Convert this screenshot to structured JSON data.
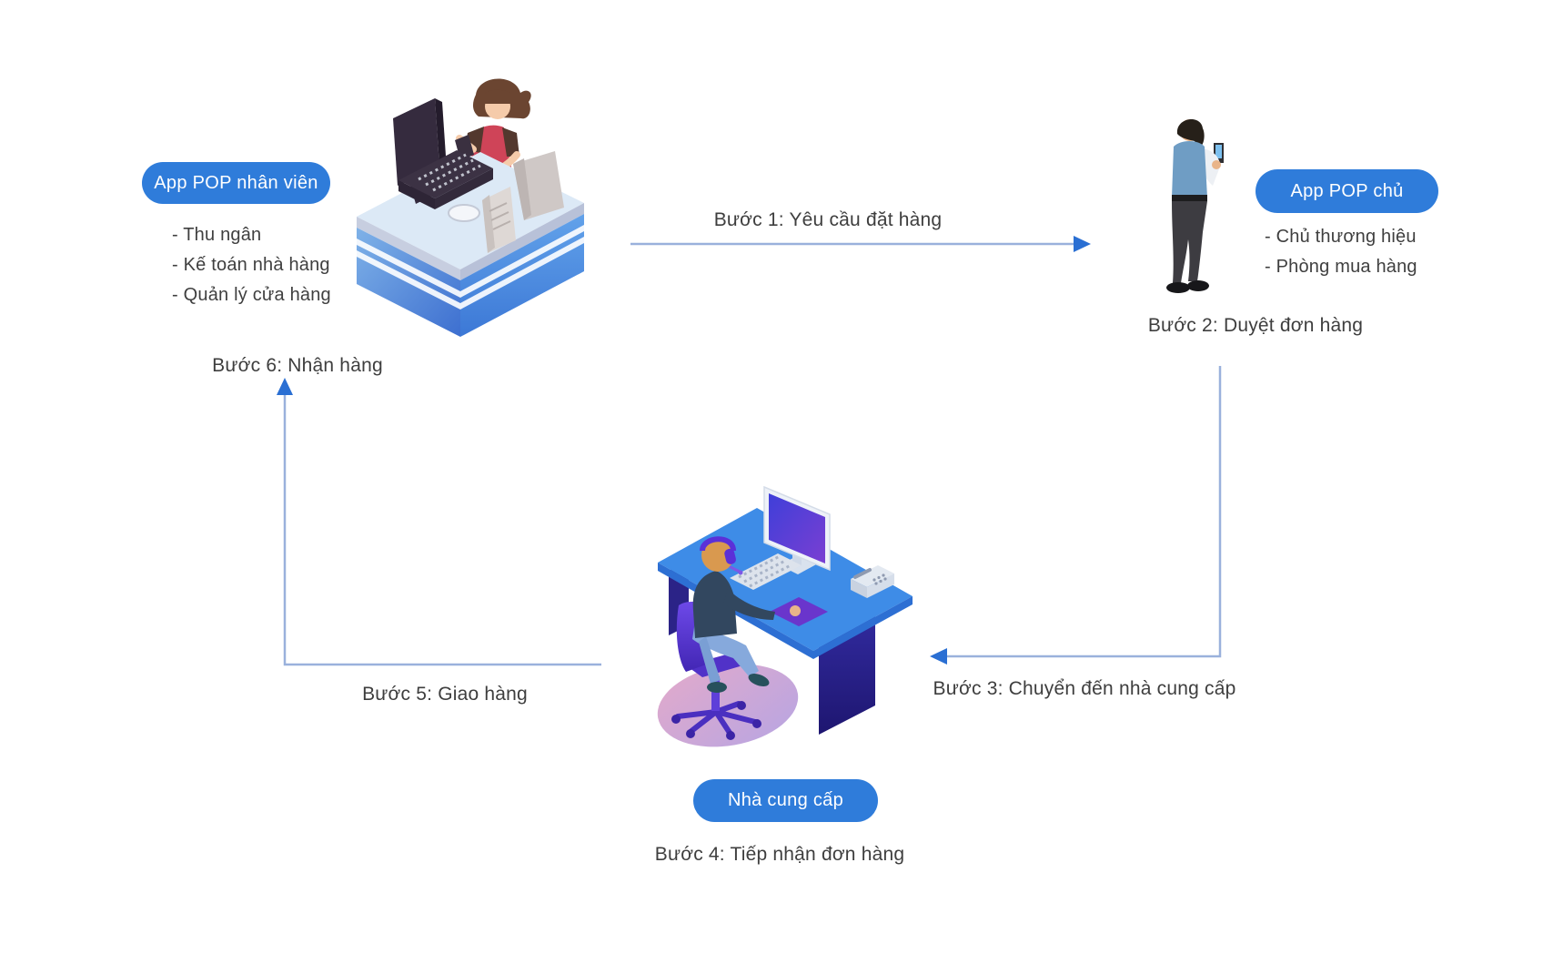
{
  "diagram": {
    "nodes": {
      "staff": {
        "badge": "App POP nhân viên",
        "roles": [
          "- Thu ngân",
          "- Kế toán nhà hàng",
          "- Quản lý cửa hàng"
        ],
        "illustration": "cashier-at-pos-counter"
      },
      "owner": {
        "badge": "App POP chủ",
        "roles": [
          "- Chủ thương hiệu",
          "- Phòng mua hàng"
        ],
        "illustration": "brand-owner-checking-phone"
      },
      "supplier": {
        "badge": "Nhà cung cấp",
        "roles": [],
        "illustration": "supplier-agent-at-desk"
      }
    },
    "steps": [
      {
        "label": "Bước 1: Yêu cầu đặt hàng",
        "from": "staff",
        "to": "owner"
      },
      {
        "label": "Bước 2: Duyệt đơn hàng",
        "from": "owner",
        "to": "owner"
      },
      {
        "label": "Bước 3: Chuyển đến nhà cung cấp",
        "from": "owner",
        "to": "supplier"
      },
      {
        "label": "Bước 4: Tiếp nhận đơn hàng",
        "from": "supplier",
        "to": "supplier"
      },
      {
        "label": "Bước 5: Giao hàng",
        "from": "supplier",
        "to": "staff"
      },
      {
        "label": "Bước 6: Nhận hàng",
        "from": "supplier",
        "to": "staff"
      }
    ],
    "colors": {
      "badge_blue": "#2f7cda",
      "badge_text": "#ffffff",
      "connector_line": "#9ab1dc",
      "arrowhead": "#2a6fd3",
      "label_text": "#3e3e3e",
      "background": "#ffffff"
    }
  }
}
